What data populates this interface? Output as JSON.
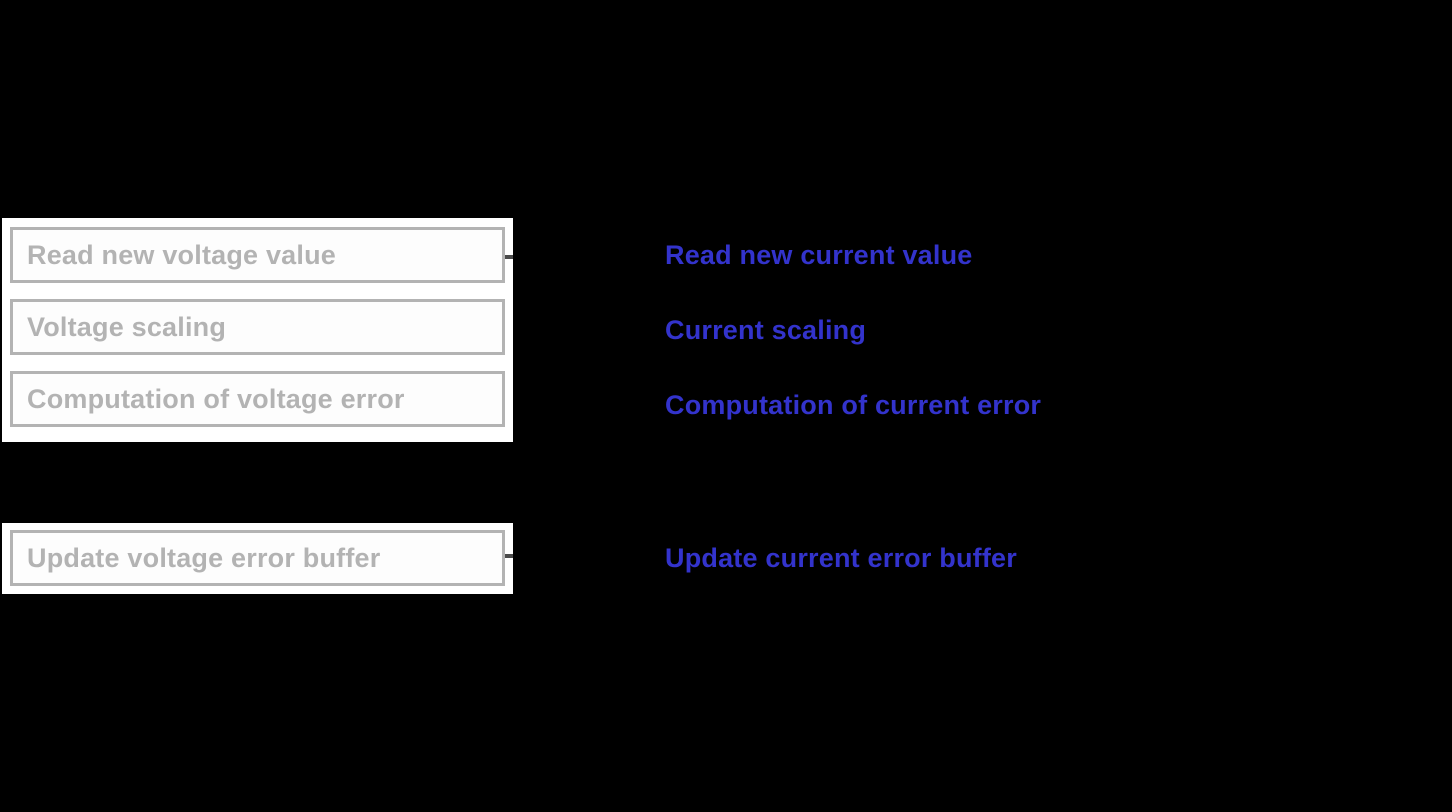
{
  "colors": {
    "background": "#000000",
    "panel_background": "#ffffff",
    "ghost_text": "#b3b3b3",
    "ghost_border": "#b3b3b3",
    "active_text": "#3333cc",
    "connector": "#4a4a4a"
  },
  "voltage_branch": {
    "upper_panel": {
      "steps": [
        {
          "label": "Read new voltage value"
        },
        {
          "label": "Voltage scaling"
        },
        {
          "label": "Computation of voltage error"
        }
      ]
    },
    "lower_panel": {
      "steps": [
        {
          "label": "Update voltage error buffer"
        }
      ]
    }
  },
  "current_branch": {
    "upper_steps": [
      {
        "label": "Read new current value"
      },
      {
        "label": "Current scaling"
      },
      {
        "label": "Computation of current error"
      }
    ],
    "lower_steps": [
      {
        "label": "Update current error buffer"
      }
    ]
  },
  "connectors": [
    {
      "name": "upper-branch-connector"
    },
    {
      "name": "lower-branch-connector"
    }
  ]
}
